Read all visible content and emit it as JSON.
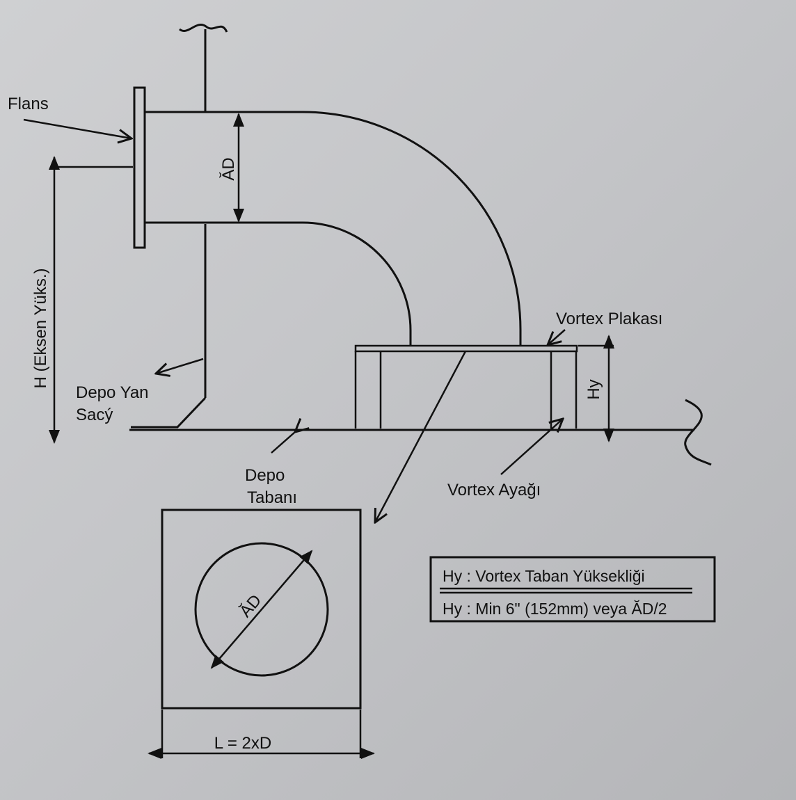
{
  "labels": {
    "flange": "Flans",
    "axis_height": "H (Eksen Yüks.)",
    "tank_side_wall_line1": "Depo Yan",
    "tank_side_wall_line2": "Sacý",
    "tank_bottom_line1": "Depo",
    "tank_bottom_line2": "Tabanı",
    "vortex_plate": "Vortex Plakası",
    "vortex_leg": "Vortex Ayağı",
    "pipe_diameter": "ĂD",
    "plate_diameter": "ĂD",
    "vortex_height": "Hy",
    "plate_length": "L = 2xD"
  },
  "notes": {
    "line1": "Hy : Vortex Taban Yüksekliği",
    "line2": "Hy : Min 6\" (152mm) veya ĂD/2"
  },
  "colors": {
    "line": "#111111",
    "background_light": "#cfd0d2",
    "background_dark": "#b4b5b8"
  }
}
